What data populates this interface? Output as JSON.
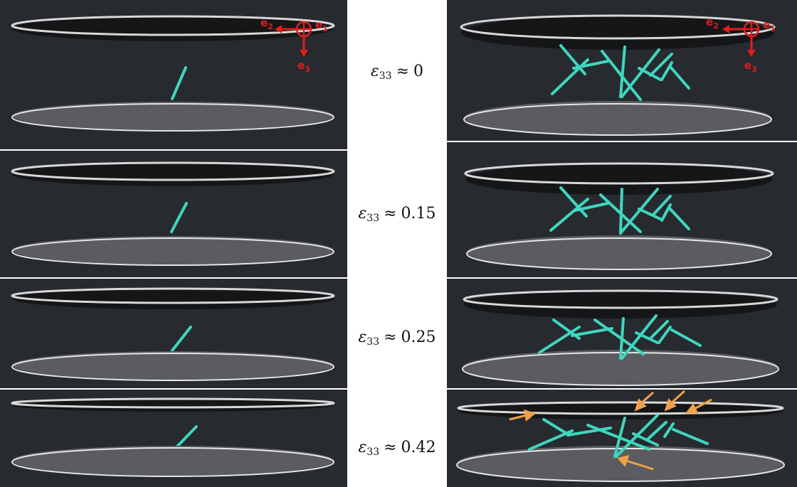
{
  "axes": {
    "e1": "e",
    "e1_sub": "1",
    "e2": "e",
    "e2_sub": "2",
    "e3": "e",
    "e3_sub": "3"
  },
  "strain_labels": [
    {
      "symbol": "ε",
      "subscript": "33",
      "relation": "≈",
      "value": "0"
    },
    {
      "symbol": "ε",
      "subscript": "33",
      "relation": "≈",
      "value": "0.15"
    },
    {
      "symbol": "ε",
      "subscript": "33",
      "relation": "≈",
      "value": "0.25"
    },
    {
      "symbol": "ε",
      "subscript": "33",
      "relation": "≈",
      "value": "0.42"
    }
  ],
  "colors": {
    "background": "#272a2f",
    "fiber": "#3fd6bf",
    "top_plate": "#151618",
    "top_plate_rim": "#d8d8d8",
    "bottom_plate": "#5a5c5f",
    "bottom_plate_rim": "#e6e6e6",
    "axis_marker": "#e01e1e",
    "arrow_marker": "#f0a048"
  }
}
